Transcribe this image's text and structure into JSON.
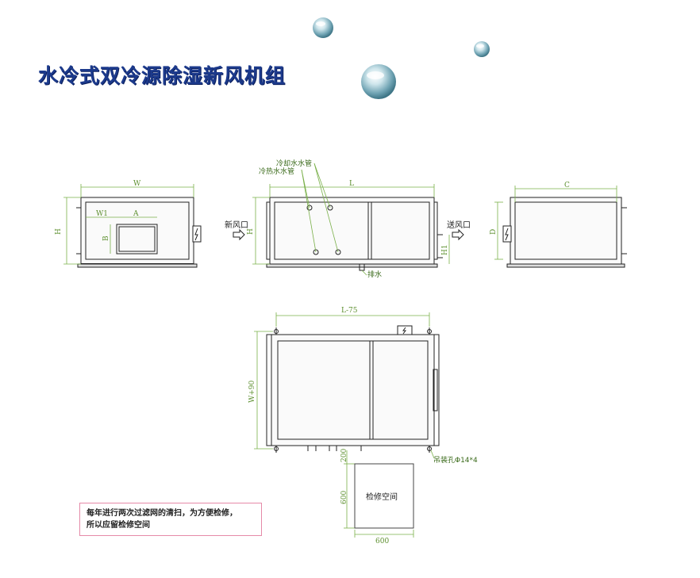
{
  "title": "水冷式双冷源除湿新风机组",
  "labels": {
    "W": "W",
    "W1": "W1",
    "A": "A",
    "B": "B",
    "H": "H",
    "L": "L",
    "C": "C",
    "D": "D",
    "H1": "H1",
    "fresh_air_inlet": "新风口",
    "supply_air_outlet": "送风口",
    "cooling_water_pipe": "冷却水水管",
    "chilled_water_pipe": "冷热水水管",
    "drain": "排水",
    "L75": "L-75",
    "W490": "W+90",
    "dim_200": "200",
    "dim_600_v": "600",
    "dim_600_h": "600",
    "hanging_hole": "吊装孔Φ14*4",
    "service_space": "检修空间"
  },
  "note": {
    "line1": "每年进行两次过滤网的清扫，为方便检修，",
    "line2": "所以应留检修空间"
  },
  "colors": {
    "title": "#1c3a8c",
    "dim": "#5c8f2e",
    "note_border": "#e58aa8"
  }
}
